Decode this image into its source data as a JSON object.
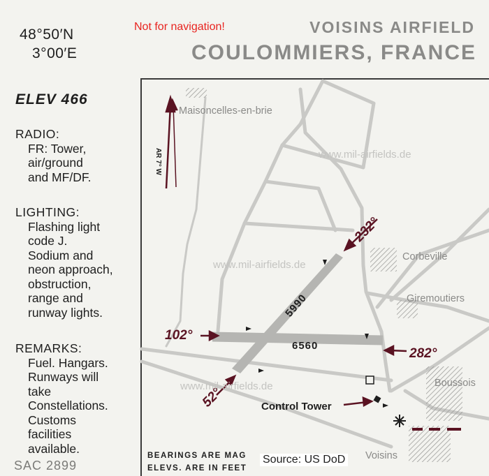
{
  "header": {
    "latitude": "48°50′N",
    "longitude": "3°00′E",
    "warning": "Not for navigation!",
    "title_line1": "VOISINS AIRFIELD",
    "title_line2": "COULOMMIERS, FRANCE"
  },
  "sidebar": {
    "elevation": "ELEV 466",
    "sections": [
      {
        "heading": "RADIO:",
        "lines": [
          "FR:  Tower,",
          "air/ground",
          "and MF/DF."
        ]
      },
      {
        "heading": "LIGHTING:",
        "lines": [
          "Flashing light",
          "code J.",
          "Sodium and",
          "neon approach,",
          "obstruction,",
          "range and",
          "runway lights."
        ]
      },
      {
        "heading": "REMARKS:",
        "lines": [
          "Fuel.  Hangars.",
          "Runways will",
          "take",
          "Constellations.",
          "Customs",
          "facilities",
          "available."
        ]
      }
    ],
    "chart_code": "SAC 2899"
  },
  "map": {
    "places": {
      "maisoncelles": "Maisoncelles-en-brie",
      "corbeville": "Corbeville",
      "giremoutiers": "Giremoutiers",
      "boussois": "Boussois",
      "voisins": "Voisins"
    },
    "north_arrow_label": "AR 7° W",
    "runways": [
      {
        "length": "5990",
        "bearings": [
          "232°",
          "52°"
        ]
      },
      {
        "length": "6560",
        "bearings": [
          "102°",
          "282°"
        ]
      }
    ],
    "control_tower": "Control Tower",
    "watermark": "www.mil-airfields.de",
    "footer_line1": "BEARINGS ARE MAG",
    "footer_line2": "ELEVS. ARE IN FEET",
    "source": "Source: US DoD"
  },
  "colors": {
    "bearing_arrows": "#5a1322",
    "warning_text": "#e8231f",
    "runway_fill": "#b5b5b2",
    "roads": "#c9c9c6",
    "title_grey": "#8a8a88"
  }
}
